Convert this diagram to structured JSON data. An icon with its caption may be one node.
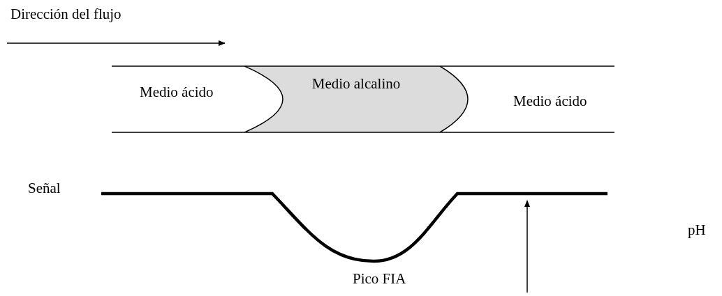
{
  "diagram": {
    "nodes": [
      {
        "text": [
          "Medio alcalino"
        ]
      }
    ],
    "labels": [
      "Dirección del flujo",
      "Medio ácido",
      "Medio ácido",
      "Señal",
      "pH",
      "Pico FIA"
    ]
  }
}
